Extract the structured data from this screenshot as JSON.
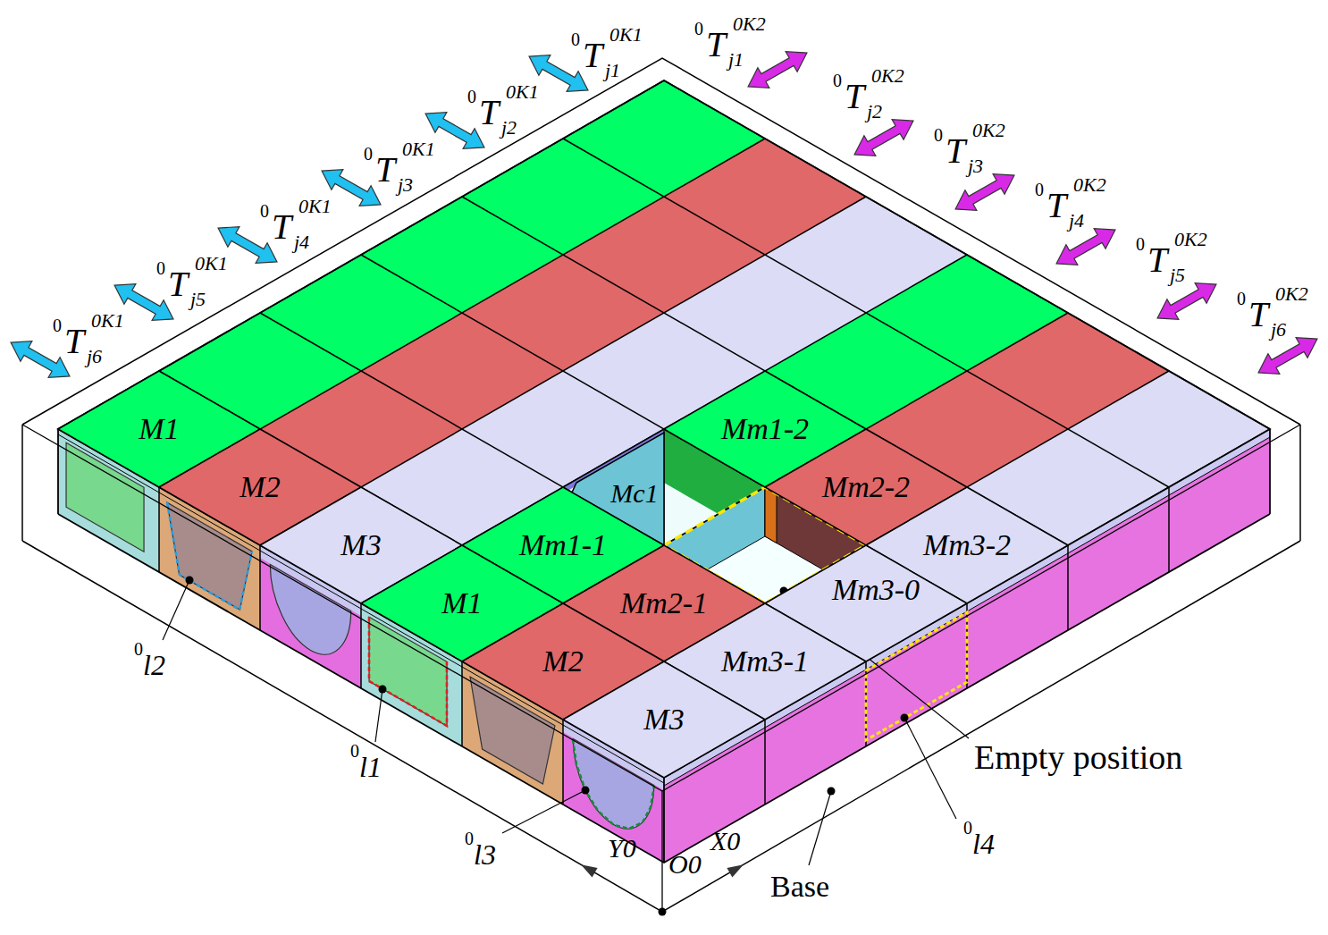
{
  "diagram": {
    "nodes": [
      {
        "text": [
          "M1"
        ]
      },
      {
        "text": [
          "Mm1-2"
        ]
      },
      {
        "text": [
          "M2"
        ]
      },
      {
        "text": [
          "Mc1"
        ]
      },
      {
        "text": [
          "Mm2-2"
        ]
      },
      {
        "text": [
          "M3"
        ]
      },
      {
        "text": [
          "Mm1-1"
        ]
      },
      {
        "text": [
          "Mm3-2"
        ]
      },
      {
        "text": [
          "M1"
        ]
      },
      {
        "text": [
          "Mm2-1"
        ]
      },
      {
        "text": [
          "Mm3-0"
        ]
      },
      {
        "text": [
          "M2"
        ]
      },
      {
        "text": [
          "Mm3-1"
        ]
      },
      {
        "text": [
          "M3"
        ]
      }
    ],
    "labels": [
      "0",
      "T",
      "j1",
      "0K1",
      "0",
      "T",
      "j1",
      "0K2",
      "0",
      "T",
      "j2",
      "0K1",
      "0",
      "T",
      "j2",
      "0K2",
      "0",
      "T",
      "j3",
      "0K1",
      "0",
      "T",
      "j3",
      "0K2",
      "0",
      "T",
      "j4",
      "0K1",
      "0",
      "T",
      "j4",
      "0K2",
      "0",
      "T",
      "j5",
      "0K1",
      "0",
      "T",
      "j5",
      "0K2",
      "0",
      "T",
      "j6",
      "0K1",
      "0",
      "T",
      "j6",
      "0K2",
      "0",
      "l2",
      "0",
      "l1",
      "Empty position",
      "0",
      "l4",
      "0",
      "l3",
      "Y0",
      "X0",
      "O0",
      "Base"
    ]
  }
}
